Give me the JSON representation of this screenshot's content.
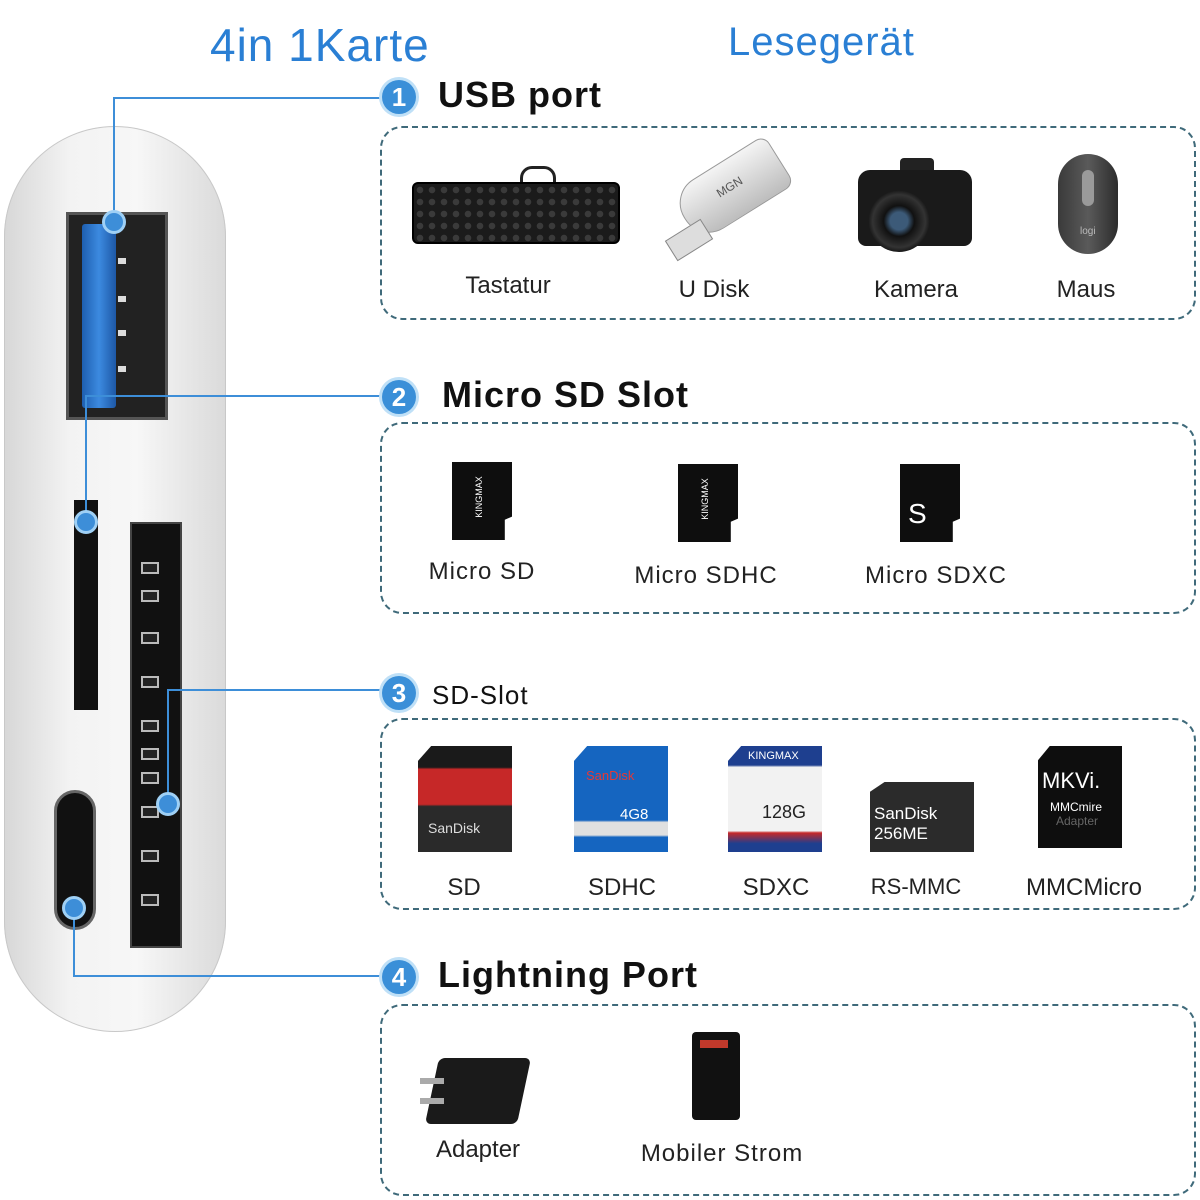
{
  "header": {
    "title_left": "4in 1Karte",
    "title_right": "Lesegerät"
  },
  "sections": [
    {
      "number": "1",
      "title": "USB port",
      "items": [
        {
          "label": "Tastatur",
          "icon": "keyboard-icon"
        },
        {
          "label": "U Disk",
          "icon": "usb-stick-icon",
          "engraving": "MGN"
        },
        {
          "label": "Kamera",
          "icon": "camera-icon"
        },
        {
          "label": "Maus",
          "icon": "mouse-icon",
          "brand": "logi"
        }
      ]
    },
    {
      "number": "2",
      "title": "Micro SD Slot",
      "items": [
        {
          "label": "Micro SD",
          "card_text": "KINGMAX"
        },
        {
          "label": "Micro SDHC",
          "card_text": "KINGMAX"
        },
        {
          "label": "Micro SDXC",
          "card_text": "S"
        }
      ]
    },
    {
      "number": "3",
      "title": "SD-Slot",
      "items": [
        {
          "label": "SD",
          "card_text": "SanDisk",
          "color": "#c62828"
        },
        {
          "label": "SDHC",
          "card_text": "4G8",
          "brand": "SanDisk",
          "color": "#1565c0"
        },
        {
          "label": "SDXC",
          "card_text": "128G",
          "brand": "KINGMAX",
          "color": "#1e3f8f"
        },
        {
          "label": "RS-MMC",
          "card_text": "SanDisk 256ME"
        },
        {
          "label": "MMCMicro",
          "card_text": "MKVi.",
          "sub_text": "MMCmire",
          "sub_text2": "Adapter"
        }
      ]
    },
    {
      "number": "4",
      "title": "Lightning Port",
      "items": [
        {
          "label": "Adapter",
          "icon": "power-adapter-icon"
        },
        {
          "label": "Mobiler Strom",
          "icon": "power-bank-icon"
        }
      ]
    }
  ],
  "colors": {
    "accent": "#2a7fd4",
    "line": "#3d8ed8",
    "box_border": "#3f6a7a"
  }
}
